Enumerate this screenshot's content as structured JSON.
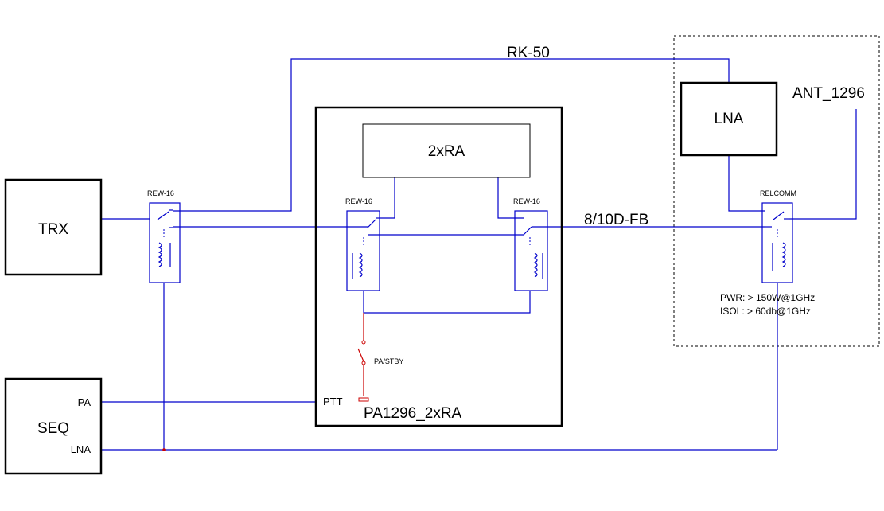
{
  "blocks": {
    "trx": "TRX",
    "seq": "SEQ",
    "seq_pa": "PA",
    "seq_lna": "LNA",
    "pa_ra": "2xRA",
    "pa_name": "PA1296_2xRA",
    "ptt": "PTT",
    "pa_stby": "PA/STBY",
    "lna": "LNA",
    "ant": "ANT_1296"
  },
  "relays": {
    "rew_left": "REW-16",
    "rew_pa_in": "REW-16",
    "rew_pa_out": "REW-16",
    "relcomm": "RELCOMM"
  },
  "cables": {
    "rk50": "RK-50",
    "main": "8/10D-FB"
  },
  "specs": {
    "pwr": "PWR: > 150W@1GHz",
    "isol": "ISOL: > 60db@1GHz"
  },
  "colors": {
    "wire": "#0000cc",
    "switch": "#cc0000",
    "box": "#000000"
  }
}
